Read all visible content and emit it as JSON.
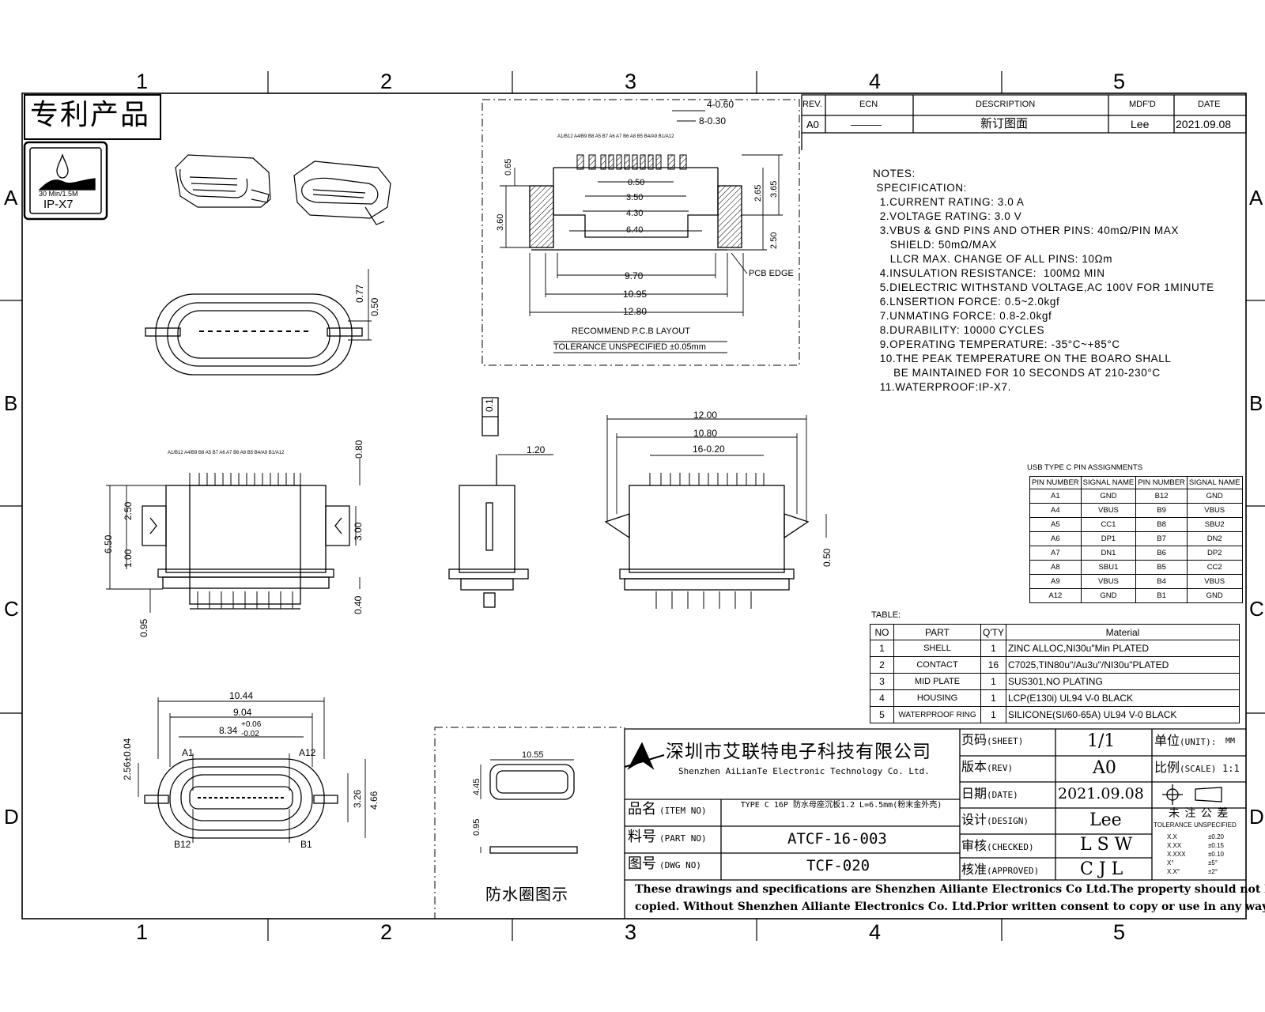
{
  "frame": {
    "cols": [
      "1",
      "2",
      "3",
      "4",
      "5"
    ],
    "rows": [
      "A",
      "B",
      "C",
      "D"
    ]
  },
  "patent_label": "专利产品",
  "badge": {
    "line1": "30 Min/1.5M",
    "line2": "IP-X7"
  },
  "revision": {
    "headers": [
      "REV.",
      "ECN",
      "DESCRIPTION",
      "MDF'D",
      "DATE"
    ],
    "row": [
      "A0",
      "———",
      "新订图面",
      "Lee",
      "2021.09.08"
    ]
  },
  "notes": [
    "NOTES:",
    " SPECIFICATION:",
    "  1.CURRENT RATING: 3.0 A",
    "  2.VOLTAGE RATING: 3.0 V",
    "  3.VBUS & GND PINS AND OTHER PINS: 40mΩ/PIN MAX",
    "     SHIELD: 50mΩ/MAX",
    "     LLCR MAX. CHANGE OF ALL PINS: 10Ωm",
    "  4.INSULATION RESISTANCE:  100MΩ MIN",
    "  5.DIELECTRIC WITHSTAND VOLTAGE,AC 100V FOR 1MINUTE",
    "  6.LNSERTION FORCE: 0.5~2.0kgf",
    "  7.UNMATING FORCE: 0.8-2.0kgf",
    "  8.DURABILITY: 10000 CYCLES",
    "  9.OPERATING TEMPERATURE: -35°C~+85°C",
    "  10.THE PEAK TEMPERATURE ON THE BOARO SHALL",
    "      BE MAINTAINED FOR 10 SECONDS AT 210-230°C",
    "  11.WATERPROOF:IP-X7."
  ],
  "pcb_layout": {
    "dims": [
      "4-0.60",
      "8-0.30",
      "0.65",
      "3.60",
      "0.50",
      "3.50",
      "4.30",
      "6.40",
      "2.65",
      "3.65",
      "2.50",
      "9.70",
      "10.95",
      "12.80"
    ],
    "pin_label": "A1/B12 A4/B9 B8 A5 B7 A6 A7 B6 A8 B5 B4/A9 B1/A12",
    "pcb_edge": "PCB EDGE",
    "title": "RECOMMEND P.C.B LAYOUT",
    "tolerance": "TOLERANCE UNSPECIFIED ±0.05mm"
  },
  "front_view": {
    "dims": [
      "0.77",
      "0.50"
    ]
  },
  "top_view": {
    "pin_label": "A1/B12 A4/B9 B8 A5 B7 A6 A7 B6 A8 B5 B4/A9 B1/A12",
    "dims": [
      "0.80",
      "2.50",
      "6.50",
      "1.00",
      "3.00",
      "0.40",
      "0.95"
    ]
  },
  "side_view": {
    "dims": [
      "0.1",
      "1.20"
    ]
  },
  "rear_view": {
    "dims": [
      "12.00",
      "10.80",
      "16-0.20",
      "0.50"
    ]
  },
  "opening_view": {
    "dims": [
      "10.44",
      "9.04",
      "8.34",
      "+0.06",
      "-0.02",
      "2.56±0.04",
      "3.26",
      "4.66"
    ],
    "pins": [
      "A1",
      "A12",
      "B12",
      "B1"
    ]
  },
  "seal_view": {
    "dims": [
      "10.55",
      "4.45",
      "0.95"
    ],
    "caption": "防水圈图示"
  },
  "pin_table": {
    "title": "USB TYPE C PIN ASSIGNMENTS",
    "headers": [
      "PIN NUMBER",
      "SIGNAL NAME",
      "PIN NUMBER",
      "SIGNAL NAME"
    ],
    "rows": [
      [
        "A1",
        "GND",
        "B12",
        "GND"
      ],
      [
        "A4",
        "VBUS",
        "B9",
        "VBUS"
      ],
      [
        "A5",
        "CC1",
        "B8",
        "SBU2"
      ],
      [
        "A6",
        "DP1",
        "B7",
        "DN2"
      ],
      [
        "A7",
        "DN1",
        "B6",
        "DP2"
      ],
      [
        "A8",
        "SBU1",
        "B5",
        "CC2"
      ],
      [
        "A9",
        "VBUS",
        "B4",
        "VBUS"
      ],
      [
        "A12",
        "GND",
        "B1",
        "GND"
      ]
    ]
  },
  "bom": {
    "title": "TABLE:",
    "headers": [
      "NO",
      "PART",
      "Q'TY",
      "Material"
    ],
    "rows": [
      [
        "1",
        "SHELL",
        "1",
        "ZINC ALLOC,NI30u\"Min PLATED"
      ],
      [
        "2",
        "CONTACT",
        "16",
        "C7025,TIN80u\"/Au3u\"/NI30u\"PLATED"
      ],
      [
        "3",
        "MID PLATE",
        "1",
        "SUS301,NO PLATING"
      ],
      [
        "4",
        "HOUSING",
        "1",
        "LCP(E130i) UL94 V-0 BLACK"
      ],
      [
        "5",
        "WATERPROOF RING",
        "1",
        "SILICONE(SI/60-65A) UL94 V-0 BLACK"
      ]
    ]
  },
  "title_block": {
    "company_cn": "深圳市艾联特电子科技有限公司",
    "company_en": "Shenzhen AiLianTe Electronic Technology Co. Ltd.",
    "item_label": "品名",
    "item_label_en": "(ITEM NO)",
    "item_value": "TYPE C 16P 防水母座沉板1.2 L=6.5mm(粉末金外壳)",
    "part_label": "料号",
    "part_label_en": "(PART NO)",
    "part_value": "ATCF-16-003",
    "dwg_label": "图号",
    "dwg_label_en": "(DWG NO)",
    "dwg_value": "TCF-020",
    "sheet_label": "页码",
    "sheet_label_en": "(SHEET)",
    "sheet_value": "1/1",
    "rev_label": "版本",
    "rev_label_en": "(REV)",
    "rev_value": "A0",
    "date_label": "日期",
    "date_label_en": "(DATE)",
    "date_value": "2021.09.08",
    "design_label": "设计",
    "design_label_en": "(DESIGN)",
    "design_value": "Lee",
    "checked_label": "审核",
    "checked_label_en": "(CHECKED)",
    "checked_value": "L S W",
    "approved_label": "核准",
    "approved_label_en": "(APPROVED)",
    "approved_value": "C J L",
    "unit_label": "单位",
    "unit_label_en": "(UNIT):",
    "unit_value": "MM",
    "scale_label": "比例",
    "scale_label_en": "(SCALE)",
    "scale_value": "1:1",
    "tol_title_cn": "未 注 公 差",
    "tol_title_en": "TOLERANCE UNSPECIFIED",
    "tolerances": [
      [
        "X.X",
        "±0.20"
      ],
      [
        "X.XX",
        "±0.15"
      ],
      [
        "X.XXX",
        "±0.10"
      ],
      [
        "X°",
        "±5°"
      ],
      [
        "X.X°",
        "±2°"
      ]
    ],
    "disclaimer1": "These drawings and specifications are Shenzhen Ailiante Electronics Co Ltd.The property should not be",
    "disclaimer2": "copied. Without Shenzhen Ailiante Electronics Co. Ltd.Prior written consent to copy or use in any way"
  }
}
